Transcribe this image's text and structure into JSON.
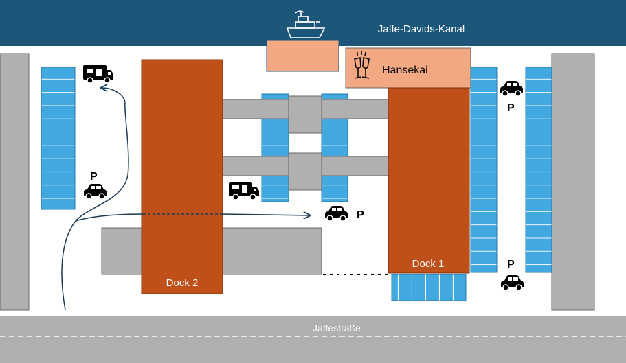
{
  "map": {
    "canal_label": "Jaffe-Davids-Kanal",
    "street_label": "Jaffestraße",
    "hansekai_label": "Hansekai",
    "dock1_label": "Dock 1",
    "dock2_label": "Dock 2",
    "parking_letter": "P"
  },
  "colors": {
    "canal": "#1c5679",
    "dock": "#c0501a",
    "building": "#b0b0b0",
    "parking": "#41a9e0",
    "hansekai": "#f2a882",
    "street": "#b0b0b0"
  },
  "icons": [
    "ship-icon",
    "champagne-glasses-icon",
    "camper-van-icon",
    "car-icon"
  ]
}
